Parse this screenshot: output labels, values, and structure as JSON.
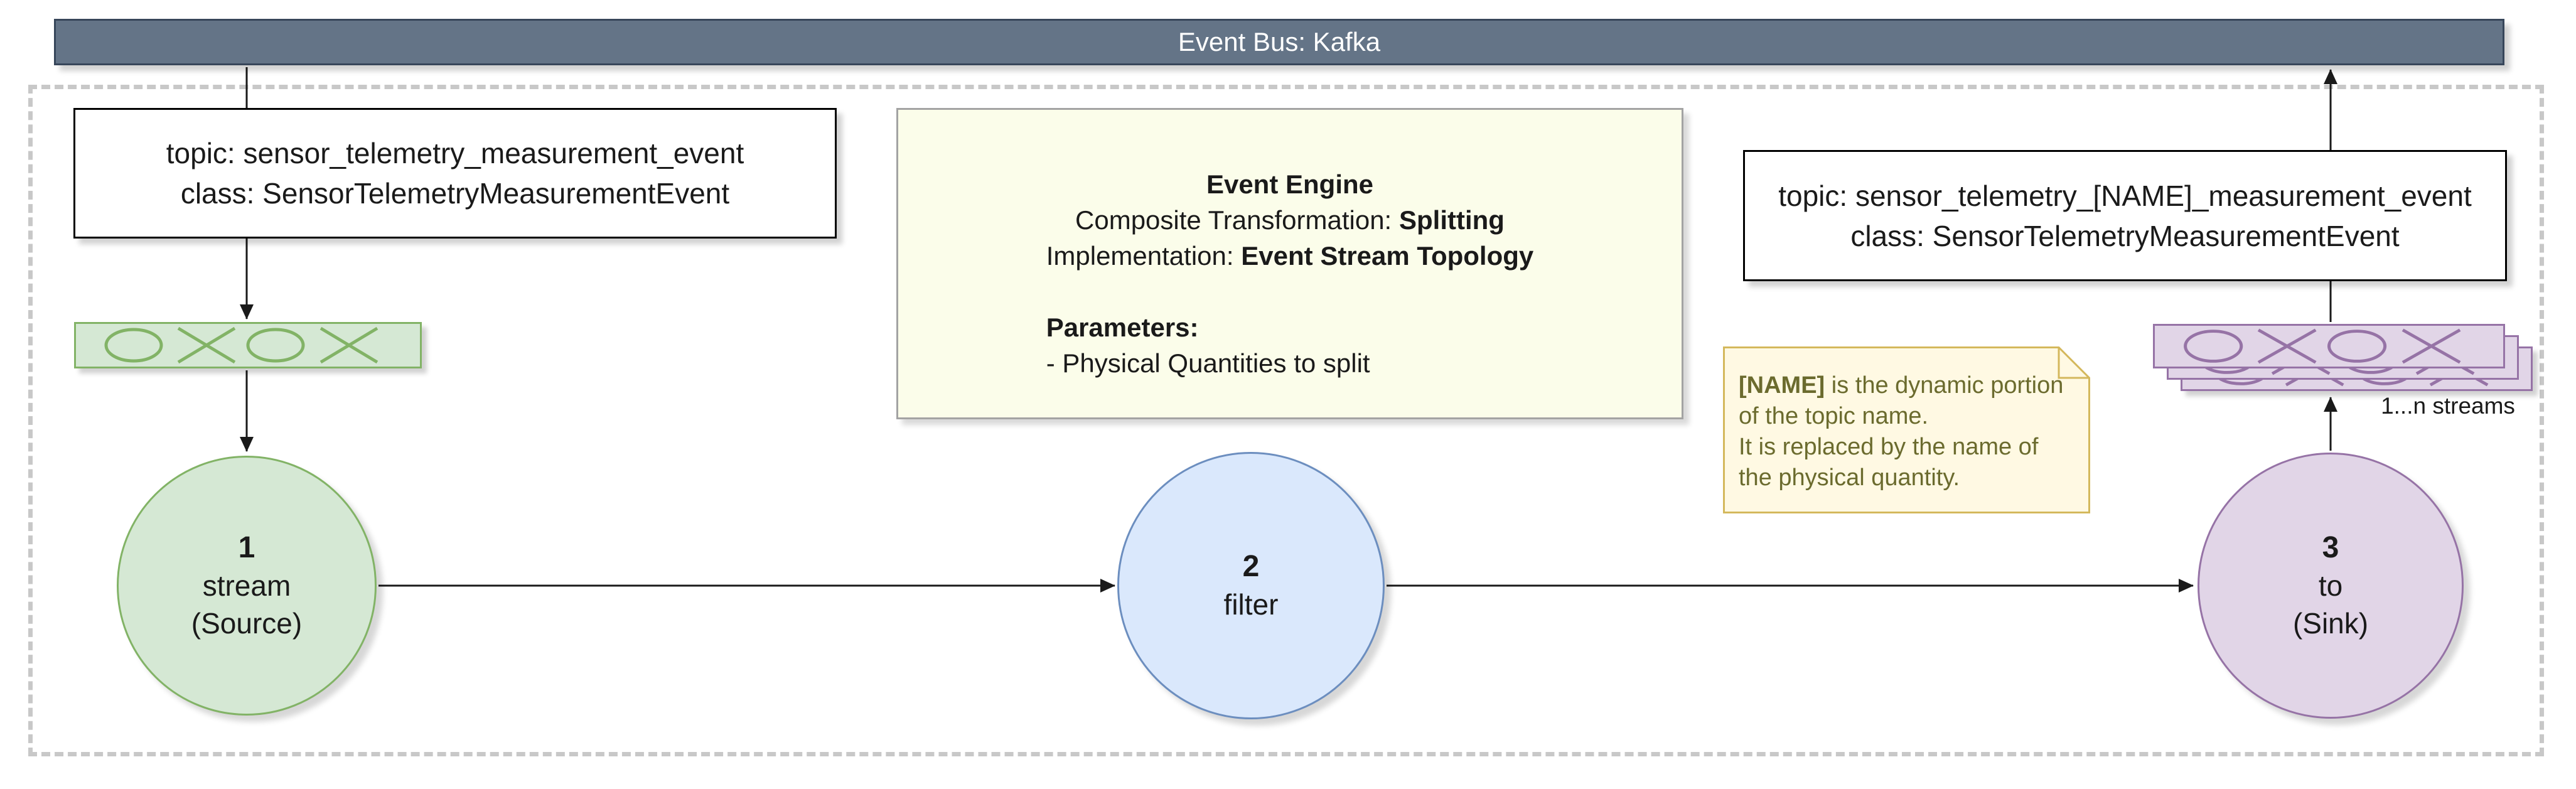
{
  "event_bus": {
    "label": "Event Bus: Kafka"
  },
  "input_topic_box": {
    "line1": "topic: sensor_telemetry_measurement_event",
    "line2": "class: SensorTelemetryMeasurementEvent"
  },
  "output_topic_box": {
    "line1": "topic: sensor_telemetry_[NAME]_measurement_event",
    "line2": "class: SensorTelemetryMeasurementEvent"
  },
  "event_engine_box": {
    "title": "Event Engine",
    "composite_transformation_label": "Composite Transformation:",
    "composite_transformation_value": "Splitting",
    "implementation_label": "Implementation:",
    "implementation_value": "Event Stream Topology",
    "parameters_label": "Parameters:",
    "parameters_item": "- Physical Quantities to split"
  },
  "note": {
    "highlight": "[NAME]",
    "line1_rest": " is the dynamic portion of the topic name.",
    "line2": "It is replaced by the name of the physical quantity."
  },
  "nodes": {
    "source": {
      "number": "1",
      "name": "stream",
      "role": "(Source)"
    },
    "filter": {
      "number": "2",
      "name": "filter"
    },
    "sink": {
      "number": "3",
      "name": "to",
      "role": "(Sink)"
    }
  },
  "streams_annotation": "1...n streams",
  "colors": {
    "bus_fill": "#647487",
    "bus_border": "#37465A",
    "boundary_dash": "#C8C8C8",
    "green_fill": "#D5E8D4",
    "green_stroke": "#82B366",
    "blue_fill": "#DAE8FC",
    "blue_stroke": "#6C8EBF",
    "purple_fill": "#E1D5E7",
    "purple_stroke": "#9673A6",
    "engine_fill": "#FBFDEA",
    "engine_border": "#A3A3A3",
    "note_fill": "#FFF9E3",
    "note_border": "#D4B85C",
    "note_text": "#6B6B2E",
    "connector": "#1A1A1A"
  }
}
